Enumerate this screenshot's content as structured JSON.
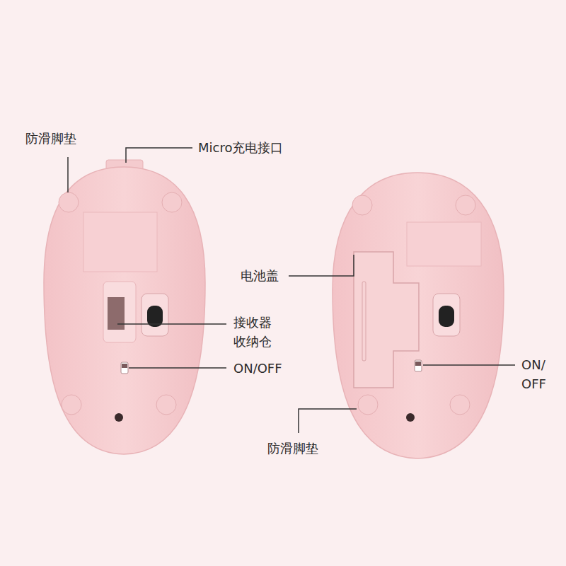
{
  "diagram": {
    "labels": [
      "防滑脚垫",
      "Micro充电接口",
      "电池盖",
      "接收器 收纳仓",
      "ON/OFF",
      "ON/ OFF",
      "防滑脚垫"
    ]
  }
}
